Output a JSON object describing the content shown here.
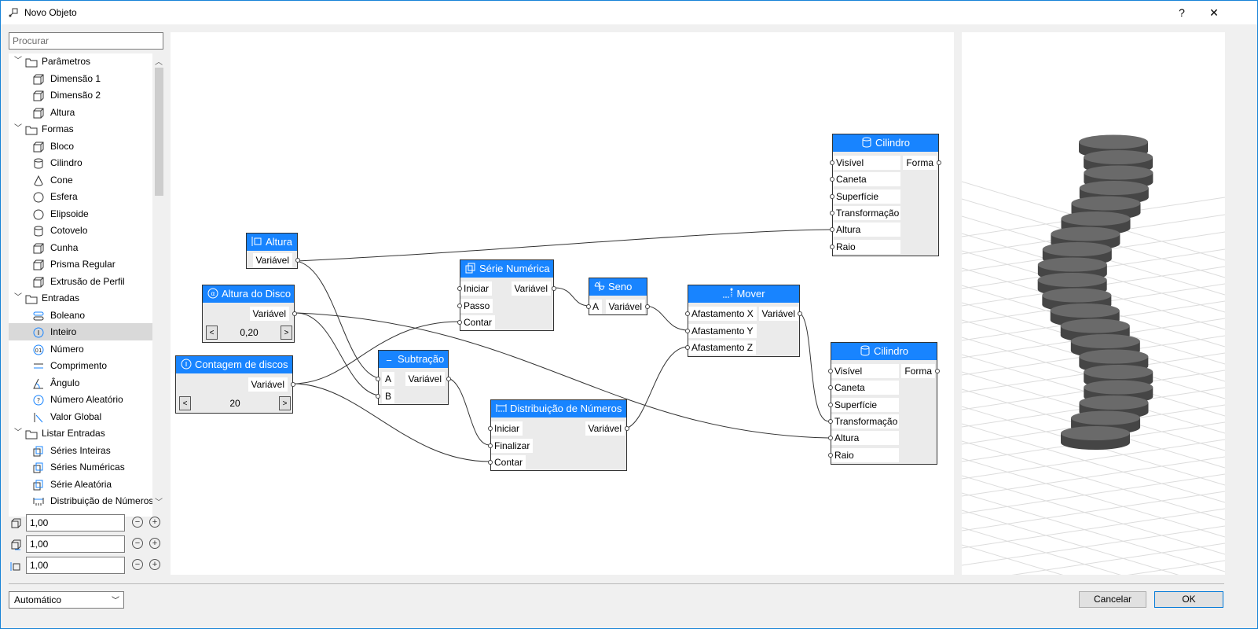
{
  "window": {
    "title": "Novo Objeto",
    "help": "?",
    "close": "✕"
  },
  "search": {
    "placeholder": "Procurar"
  },
  "tree": {
    "items": [
      {
        "label": "Parâmetros",
        "type": "group"
      },
      {
        "label": "Dimensão 1",
        "type": "item"
      },
      {
        "label": "Dimensão 2",
        "type": "item"
      },
      {
        "label": "Altura",
        "type": "item"
      },
      {
        "label": "Formas",
        "type": "group"
      },
      {
        "label": "Bloco",
        "type": "item"
      },
      {
        "label": "Cilindro",
        "type": "item"
      },
      {
        "label": "Cone",
        "type": "item"
      },
      {
        "label": "Esfera",
        "type": "item"
      },
      {
        "label": "Elipsoide",
        "type": "item"
      },
      {
        "label": "Cotovelo",
        "type": "item"
      },
      {
        "label": "Cunha",
        "type": "item"
      },
      {
        "label": "Prisma Regular",
        "type": "item"
      },
      {
        "label": "Extrusão de Perfil",
        "type": "item"
      },
      {
        "label": "Entradas",
        "type": "group"
      },
      {
        "label": "Boleano",
        "type": "item"
      },
      {
        "label": "Inteiro",
        "type": "item",
        "selected": true
      },
      {
        "label": "Número",
        "type": "item"
      },
      {
        "label": "Comprimento",
        "type": "item"
      },
      {
        "label": "Ângulo",
        "type": "item"
      },
      {
        "label": "Número Aleatório",
        "type": "item"
      },
      {
        "label": "Valor Global",
        "type": "item"
      },
      {
        "label": "Listar Entradas",
        "type": "group"
      },
      {
        "label": "Séries Inteiras",
        "type": "item"
      },
      {
        "label": "Séries Numéricas",
        "type": "item"
      },
      {
        "label": "Série Aleatória",
        "type": "item"
      },
      {
        "label": "Distribuição de Números",
        "type": "item"
      }
    ]
  },
  "dimensions": [
    {
      "value": "1,00"
    },
    {
      "value": "1,00"
    },
    {
      "value": "1,00"
    }
  ],
  "nodes": {
    "altura": {
      "title": "Altura",
      "out": "Variável"
    },
    "altura_disco": {
      "title": "Altura do Disco",
      "out": "Variável",
      "value": "0,20"
    },
    "contagem": {
      "title": "Contagem de discos",
      "out": "Variável",
      "value": "20"
    },
    "subtracao": {
      "title": "Subtração",
      "in": [
        "A",
        "B"
      ],
      "out": "Variável"
    },
    "serie": {
      "title": "Série Numérica",
      "in": [
        "Iniciar",
        "Passo",
        "Contar"
      ],
      "out": "Variável"
    },
    "seno": {
      "title": "Seno",
      "in": [
        "A"
      ],
      "out": "Variável"
    },
    "distribuicao": {
      "title": "Distribuição de Números",
      "in": [
        "Iniciar",
        "Finalizar",
        "Contar"
      ],
      "out": "Variável"
    },
    "mover": {
      "title": "Mover",
      "in": [
        "Afastamento X",
        "Afastamento Y",
        "Afastamento Z"
      ],
      "out": "Variável"
    },
    "cilindro1": {
      "title": "Cilindro",
      "in": [
        "Visível",
        "Caneta",
        "Superfície",
        "Transformação",
        "Altura",
        "Raio"
      ],
      "out": "Forma"
    },
    "cilindro2": {
      "title": "Cilindro",
      "in": [
        "Visível",
        "Caneta",
        "Superfície",
        "Transformação",
        "Altura",
        "Raio"
      ],
      "out": "Forma"
    }
  },
  "stepper": {
    "dec": "<",
    "inc": ">"
  },
  "footer": {
    "mode": "Automático",
    "cancel": "Cancelar",
    "ok": "OK"
  },
  "colors": {
    "node_header": "#1884ff",
    "accent": "#0078d7"
  }
}
